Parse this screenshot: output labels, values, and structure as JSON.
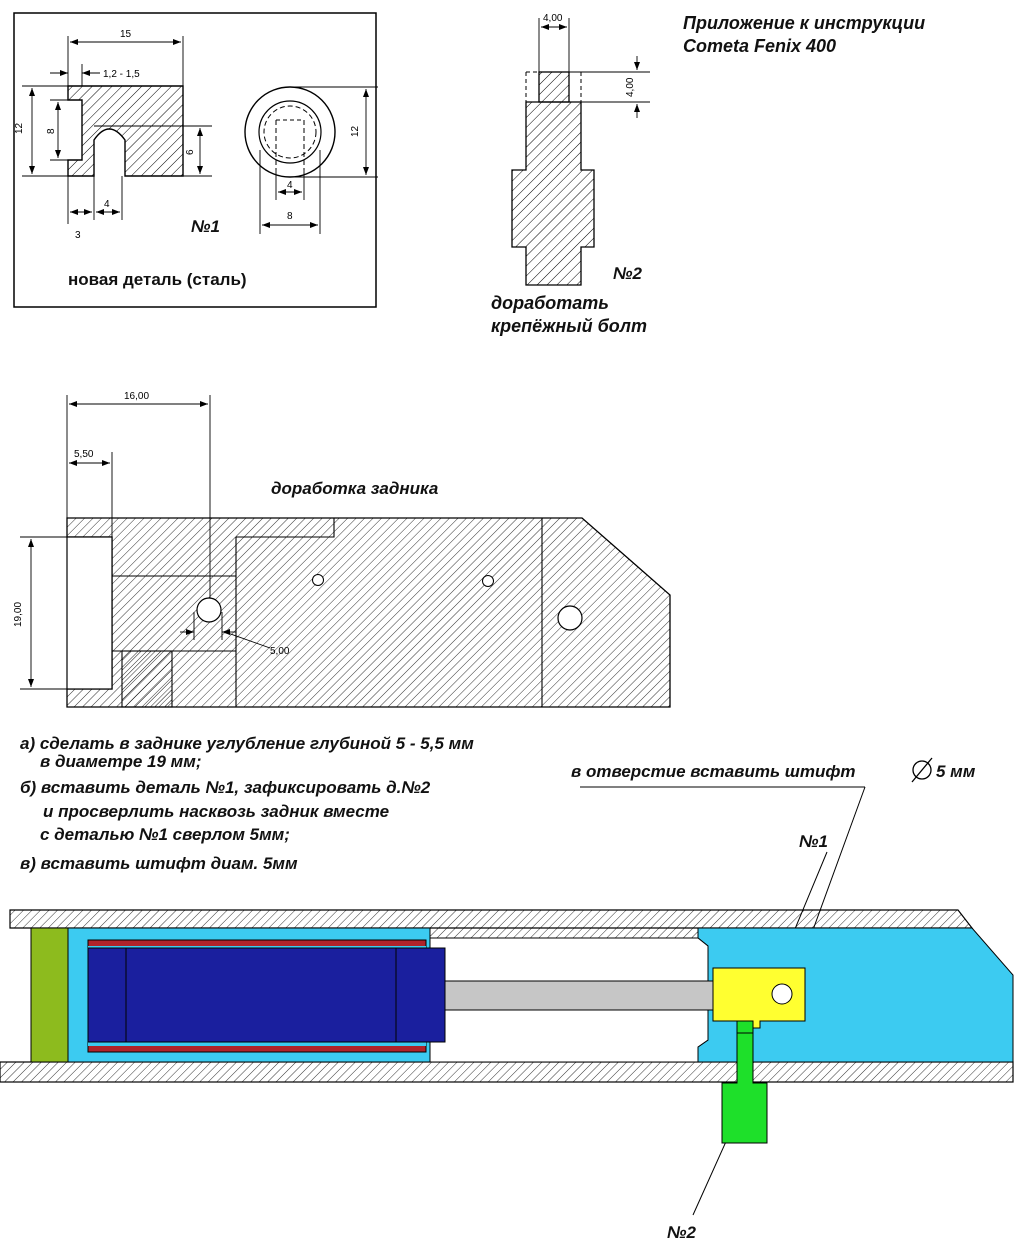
{
  "header": {
    "title_line1": "Приложение к инструкции",
    "title_line2": "Cometa Fenix 400"
  },
  "part1": {
    "caption": "новая деталь (сталь)",
    "number": "№1",
    "dims": {
      "width": "15",
      "lip": "1,2 - 1,5",
      "height": "12",
      "inner": "8",
      "slot": "6",
      "bottom_a": "3",
      "bottom_b": "4",
      "side_height": "12",
      "hole": "4",
      "ring": "8"
    }
  },
  "part2": {
    "number": "№2",
    "caption_line1": "доработать",
    "caption_line2": "крепёжный болт",
    "dims": {
      "tip_width": "4,00",
      "tip_height": "4,00"
    }
  },
  "butt": {
    "title": "доработка задника",
    "dims": {
      "depth_total": "16,00",
      "recess": "5,50",
      "diameter": "19,00",
      "pin": "5,00"
    }
  },
  "steps": [
    "а) сделать в заднике углубление глубиной 5 - 5,5 мм",
    "в диаметре 19 мм;",
    "б) вставить деталь №1, зафиксировать д.№2",
    "и просверлить насквозь задник вместе",
    "с деталью  №1 сверлом 5мм;",
    "в) вставить штифт диам. 5мм"
  ],
  "assembly": {
    "hole_label": "в отверстие  вставить штифт",
    "hole_size": "5 мм",
    "part1_label": "№1",
    "part2_label": "№2"
  },
  "colors": {
    "light_blue": "#3ccbf1",
    "dark_blue": "#1a1f9e",
    "red": "#b0232a",
    "yellow": "#ffff30",
    "green": "#1ee02a",
    "olive": "#8dbb1e",
    "gray_rod": "#c6c6c6"
  }
}
